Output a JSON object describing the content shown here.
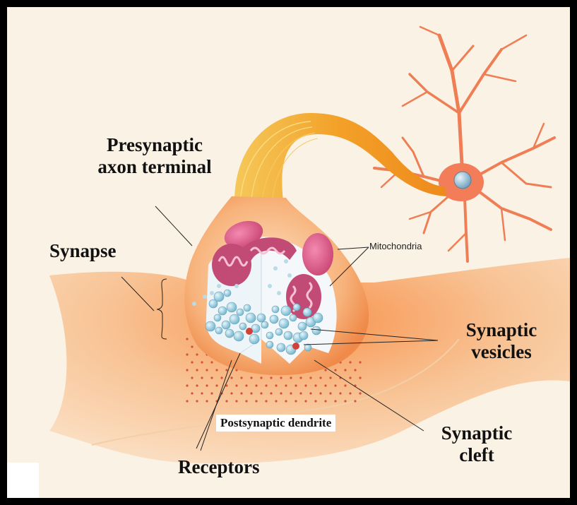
{
  "labels": {
    "presynaptic_line1": "Presynaptic",
    "presynaptic_line2": "axon terminal",
    "synapse": "Synapse",
    "mitochondria": "Mitochondria",
    "synaptic_vesicles_line1": "Synaptic",
    "synaptic_vesicles_line2": "vesicles",
    "postsynaptic_dendrite": "Postsynaptic dendrite",
    "synaptic_cleft_line1": "Synaptic",
    "synaptic_cleft_line2": "cleft",
    "receptors": "Receptors"
  },
  "colors": {
    "frame": "#000000",
    "background": "#fbf2e6",
    "neuron": "#f08a5a",
    "axon": "#f3a028",
    "terminal": "#f7b07a",
    "dendrite": "#f6b77e",
    "mitochondria": "#c0446e",
    "vesicles": "#8ec9dd",
    "receptor_dots": "#d7503c"
  }
}
